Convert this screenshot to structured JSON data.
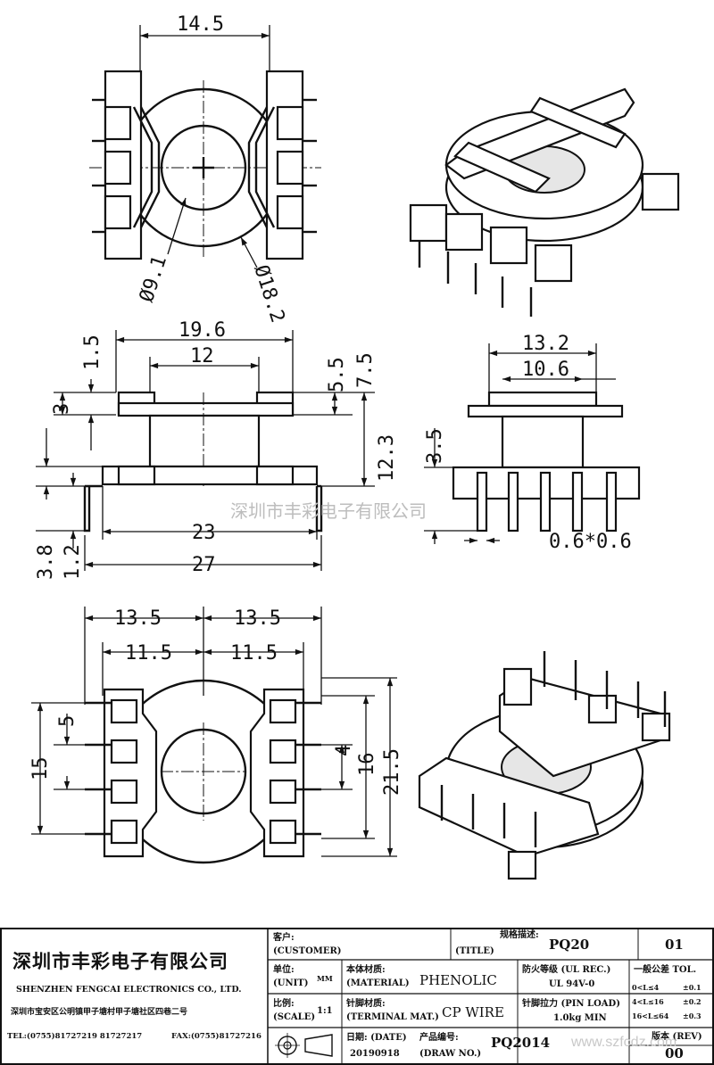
{
  "dimensions": {
    "top_width": "14.5",
    "phi_inner": "Ø9.1",
    "phi_outer": "Ø18.2",
    "side_19_6": "19.6",
    "side_12": "12",
    "side_1_5": "1.5",
    "side_5_5": "5.5",
    "side_7_5": "7.5",
    "side_3": "3",
    "side_12_3": "12.3",
    "side_23": "23",
    "side_27": "27",
    "side_3_8": "3.8",
    "side_1_2": "1.2",
    "end_13_2": "13.2",
    "end_10_6": "10.6",
    "end_3_5": "3.5",
    "end_pin": "0.6*0.6",
    "bot_13_5_left": "13.5",
    "bot_13_5_right": "13.5",
    "bot_11_5_left": "11.5",
    "bot_11_5_right": "11.5",
    "bot_5": "5",
    "bot_15": "15",
    "bot_4": "4",
    "bot_16": "16",
    "bot_21_5": "21.5"
  },
  "watermark": "深圳市丰彩电子有限公司",
  "watermark2": "www.szfcdz.com",
  "title_block": {
    "company_cn": "深圳市丰彩电子有限公司",
    "company_en": "SHENZHEN FENGCAI ELECTRONICS CO., LTD.",
    "address": "深圳市宝安区公明镇甲子塘村甲子塘社区四巷二号",
    "tel": "TEL:(0755)81727219  81727217",
    "fax": "FAX:(0755)81727216",
    "customer_label": "客户:",
    "customer_label_en": "(CUSTOMER)",
    "title_label": "(TITLE)",
    "spec_label": "规格描述:",
    "spec_value": "PQ20",
    "sheet_no": "01",
    "unit_label": "单位:",
    "unit_label_en": "(UNIT)",
    "unit_value": "MM",
    "material_label": "本体材质:",
    "material_label_en": "(MATERIAL)",
    "material_value": "PHENOLIC",
    "flame_label": "防火等级 (UL REC.)",
    "flame_value": "UL 94V-0",
    "tol_label": "一般公差 TOL.",
    "tol_rows": [
      "0<L≤4",
      "±0.1",
      "4<L≤16",
      "±0.2",
      "16<L≤64",
      "±0.3"
    ],
    "scale_label": "比例:",
    "scale_label_en": "(SCALE)",
    "scale_value": "1:1",
    "terminal_label": "针脚材质:",
    "terminal_label_en": "(TERMINAL MAT.)",
    "terminal_value": "CP WIRE",
    "pinload_label": "针脚拉力 (PIN LOAD)",
    "pinload_value": "1.0kg MIN",
    "date_label": "日期: (DATE)",
    "date_value": "20190918",
    "drawno_label": "产品编号:",
    "drawno_label_en": "(DRAW NO.)",
    "drawno_value": "PQ2014",
    "rev_label": "版本 (REV)",
    "rev_value": "00"
  }
}
